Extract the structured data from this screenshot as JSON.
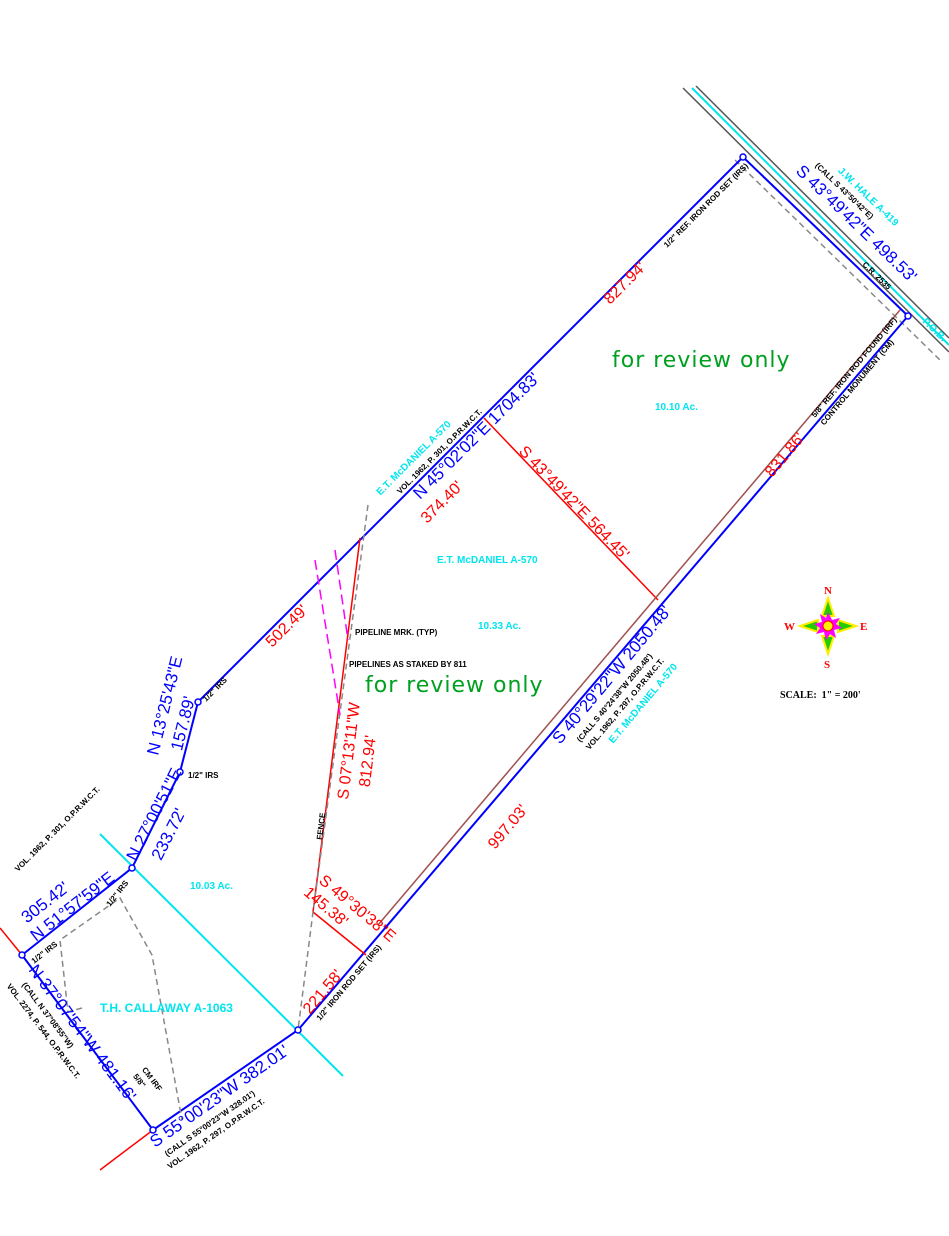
{
  "watermark": "for review only",
  "colors": {
    "boundary": "#0000ff",
    "division": "#ff0000",
    "survey_name": "#00e5ee",
    "watermark": "#00a020",
    "road": "#555555",
    "fence": "#888888",
    "pipeline": "#ff00ff"
  },
  "boundary_calls": {
    "north": "N 45°02'02\"E 1704.83'",
    "road": "S 43°49'42\"E 498.53'",
    "road_call": "(CALL S 43°50'42\"E)",
    "southeast": "S 40°29'22\"W 2050.48'",
    "southeast_call": "(CALL S 40°24'38\"W 2050.48')",
    "south": "S 55°00'23\"W 382.01'",
    "south_call": "(CALL S 55°00'23\"W 328.01')",
    "west": "N 37°07'54\"W 481.16'",
    "west_call": "(CALL N 37°08'55\"W)",
    "nw1": "N 51°57'59\"E",
    "nw1_dist": "305.42'",
    "nw2": "N 27°00'51\"E",
    "nw2_dist": "233.72'",
    "nw3": "N 13°25'43\"E",
    "nw3_dist": "157.89'"
  },
  "division_calls": {
    "seg_827": "827.94'",
    "seg_374": "374.40'",
    "seg_502": "502.49'",
    "div1": "S 43°49'42\"E 564.45'",
    "fence": "S 07°13'11\"W",
    "fence_dist": "812.94'",
    "seg_831": "831.86'",
    "seg_997": "997.03'",
    "seg_221": "221.58'",
    "div2": "S 49°30'38\"E",
    "div2_dist": "145.38'"
  },
  "deed_refs": {
    "north": "VOL. 1962, P. 301, O.P.R.W.C.T.",
    "southeast": "VOL. 1962, P. 297, O.P.R.W.C.T.",
    "south": "VOL. 1962, P. 297, O.P.R.W.C.T.",
    "west": "VOL. 2274, P. 544, O.P.R.W.C.T.",
    "northwest": "VOL. 1962, P. 301, O.P.R.W.C.T."
  },
  "surveys": {
    "north": "E.T. McDANIEL A-570",
    "road": "J.W. HALE A-419",
    "center": "E.T. McDANIEL A-570",
    "southeast": "E.T. McDANIEL A-570",
    "southwest": "T.H. CALLAWAY A-1063",
    "pob": "P.O.B."
  },
  "acreage": {
    "tract1": "10.10 Ac.",
    "tract2": "10.33 Ac.",
    "tract3": "10.03 Ac."
  },
  "monuments": {
    "ne": "1/2\" REF. IRON ROD SET (IRS)",
    "pob1": "5/8\" REF. IRON ROD FOUND (IRF)",
    "pob2": "CONTROL MONUMENT (CM)",
    "south": "1/2\" IRON ROD SET (IRS)",
    "irs": "1/2\" IRS",
    "sw1": "5/8\"",
    "sw2": "CM IRF"
  },
  "road_name": "C.R. 2535",
  "notes": {
    "pipeline_marker": "PIPELINE MRK. (TYP)",
    "pipelines": "PIPELINES AS STAKED BY 811",
    "fence": "FENCE"
  },
  "compass": {
    "n": "N",
    "s": "S",
    "e": "E",
    "w": "W"
  },
  "scale": "SCALE:  1\" = 200'"
}
